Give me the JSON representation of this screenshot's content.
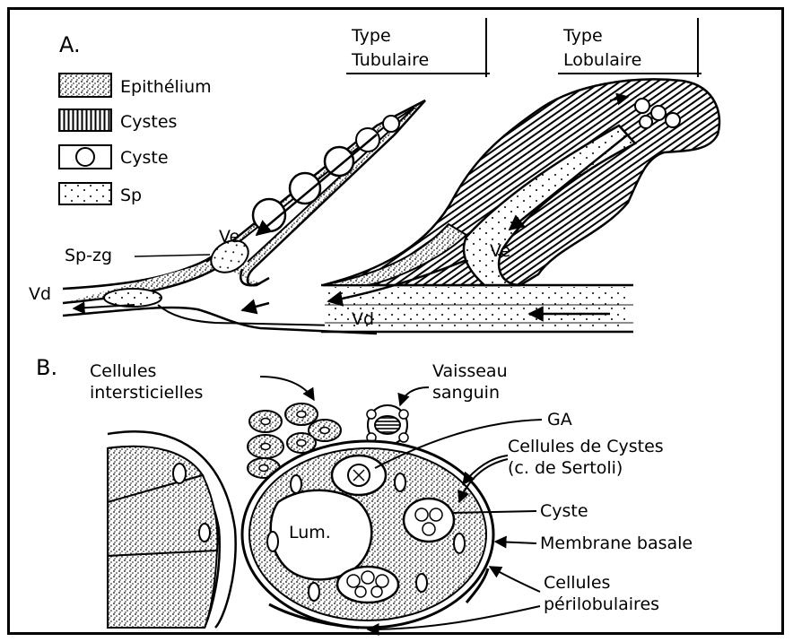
{
  "panel_a": {
    "letter": "A.",
    "legend": [
      {
        "pattern": "stipple-dense",
        "label": "Epithélium"
      },
      {
        "pattern": "vertical-stripes",
        "label": "Cystes"
      },
      {
        "pattern": "single-circle",
        "label": "Cyste"
      },
      {
        "pattern": "sparse-dots",
        "label": "Sp"
      }
    ],
    "type_tubulaire": [
      "Type",
      "Tubulaire"
    ],
    "type_lobulaire": [
      "Type",
      "Lobulaire"
    ],
    "labels": {
      "sp_zg": "Sp-zg",
      "ve_left": "Ve",
      "vd_left": "Vd",
      "ve_right": "Ve",
      "vd_right": "Vd"
    }
  },
  "panel_b": {
    "letter": "B.",
    "labels": {
      "interstitial_1": "Cellules",
      "interstitial_2": "intersticielles",
      "vessel_1": "Vaisseau",
      "vessel_2": "sanguin",
      "ga": "GA",
      "cyst_cells_1": "Cellules de Cystes",
      "cyst_cells_2": "(c. de Sertoli)",
      "cyste": "Cyste",
      "membrane": "Membrane basale",
      "lum": "Lum.",
      "perilob_1": "Cellules",
      "perilob_2": "périlobulaires"
    }
  }
}
